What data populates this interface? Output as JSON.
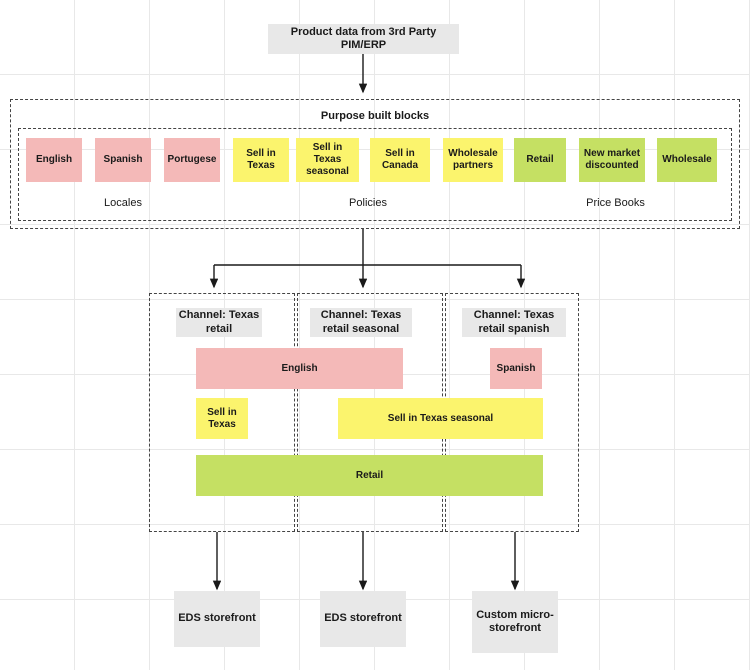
{
  "source": {
    "label": "Product data from 3rd Party PIM/ERP"
  },
  "purpose_built": {
    "title": "Purpose built blocks",
    "captions": {
      "locales": "Locales",
      "policies": "Policies",
      "price_books": "Price Books"
    },
    "locales": [
      {
        "label": "English",
        "color": "#f4b9b8"
      },
      {
        "label": "Spanish",
        "color": "#f4b9b8"
      },
      {
        "label": "Portugese",
        "color": "#f4b9b8"
      }
    ],
    "policies": [
      {
        "label": "Sell in Texas",
        "color": "#fbf46d"
      },
      {
        "label": "Sell in Texas seasonal",
        "color": "#fbf46d"
      },
      {
        "label": "Sell in Canada",
        "color": "#fbf46d"
      },
      {
        "label": "Wholesale partners",
        "color": "#fbf46d"
      }
    ],
    "price_books": [
      {
        "label": "Retail",
        "color": "#c5e063"
      },
      {
        "label": "New market discounted",
        "color": "#c5e063"
      },
      {
        "label": "Wholesale",
        "color": "#c5e063"
      }
    ]
  },
  "channels": [
    {
      "title": "Channel: Texas retail",
      "locale": "English",
      "policy": "Sell in Texas",
      "price_book": "Retail"
    },
    {
      "title": "Channel: Texas retail seasonal",
      "locale": "English",
      "policy": "Sell in Texas seasonal",
      "price_book": "Retail"
    },
    {
      "title": "Channel: Texas retail spanish",
      "locale": "Spanish",
      "policy": "Sell in Texas seasonal",
      "price_book": "Retail"
    }
  ],
  "storefronts": [
    {
      "label": "EDS storefront"
    },
    {
      "label": "EDS storefront"
    },
    {
      "label": "Custom micro-storefront"
    }
  ],
  "colors": {
    "pink": "#f4b9b8",
    "yellow": "#fbf46d",
    "green": "#c5e063",
    "grey": "#e8e8e8",
    "stroke": "#1a1a1a"
  }
}
